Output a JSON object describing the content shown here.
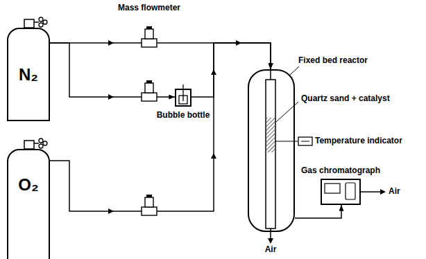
{
  "diagram": {
    "nodes": [
      {
        "text": [
          "N₂"
        ]
      },
      {
        "text": [
          "Bubble bottle"
        ]
      },
      {
        "text": [
          "Fixed bed reactor"
        ]
      },
      {
        "text": [
          "Gas chromatograph"
        ]
      },
      {
        "text": [
          "O₂"
        ]
      }
    ],
    "edges": [
      {
        "from": 0,
        "to": 2,
        "arrow": "to"
      },
      {
        "from": 0,
        "to": 1,
        "arrow": "to"
      },
      {
        "from": 1,
        "to": 2,
        "arrow": "to"
      },
      {
        "from": 4,
        "to": 2,
        "arrow": "to"
      },
      {
        "from": 2,
        "to": 3,
        "arrow": "to"
      }
    ],
    "labels": [
      "Mass flowmeter",
      "Quartz sand + catalyst",
      "Temperature indicator",
      "Air",
      "Air"
    ]
  }
}
